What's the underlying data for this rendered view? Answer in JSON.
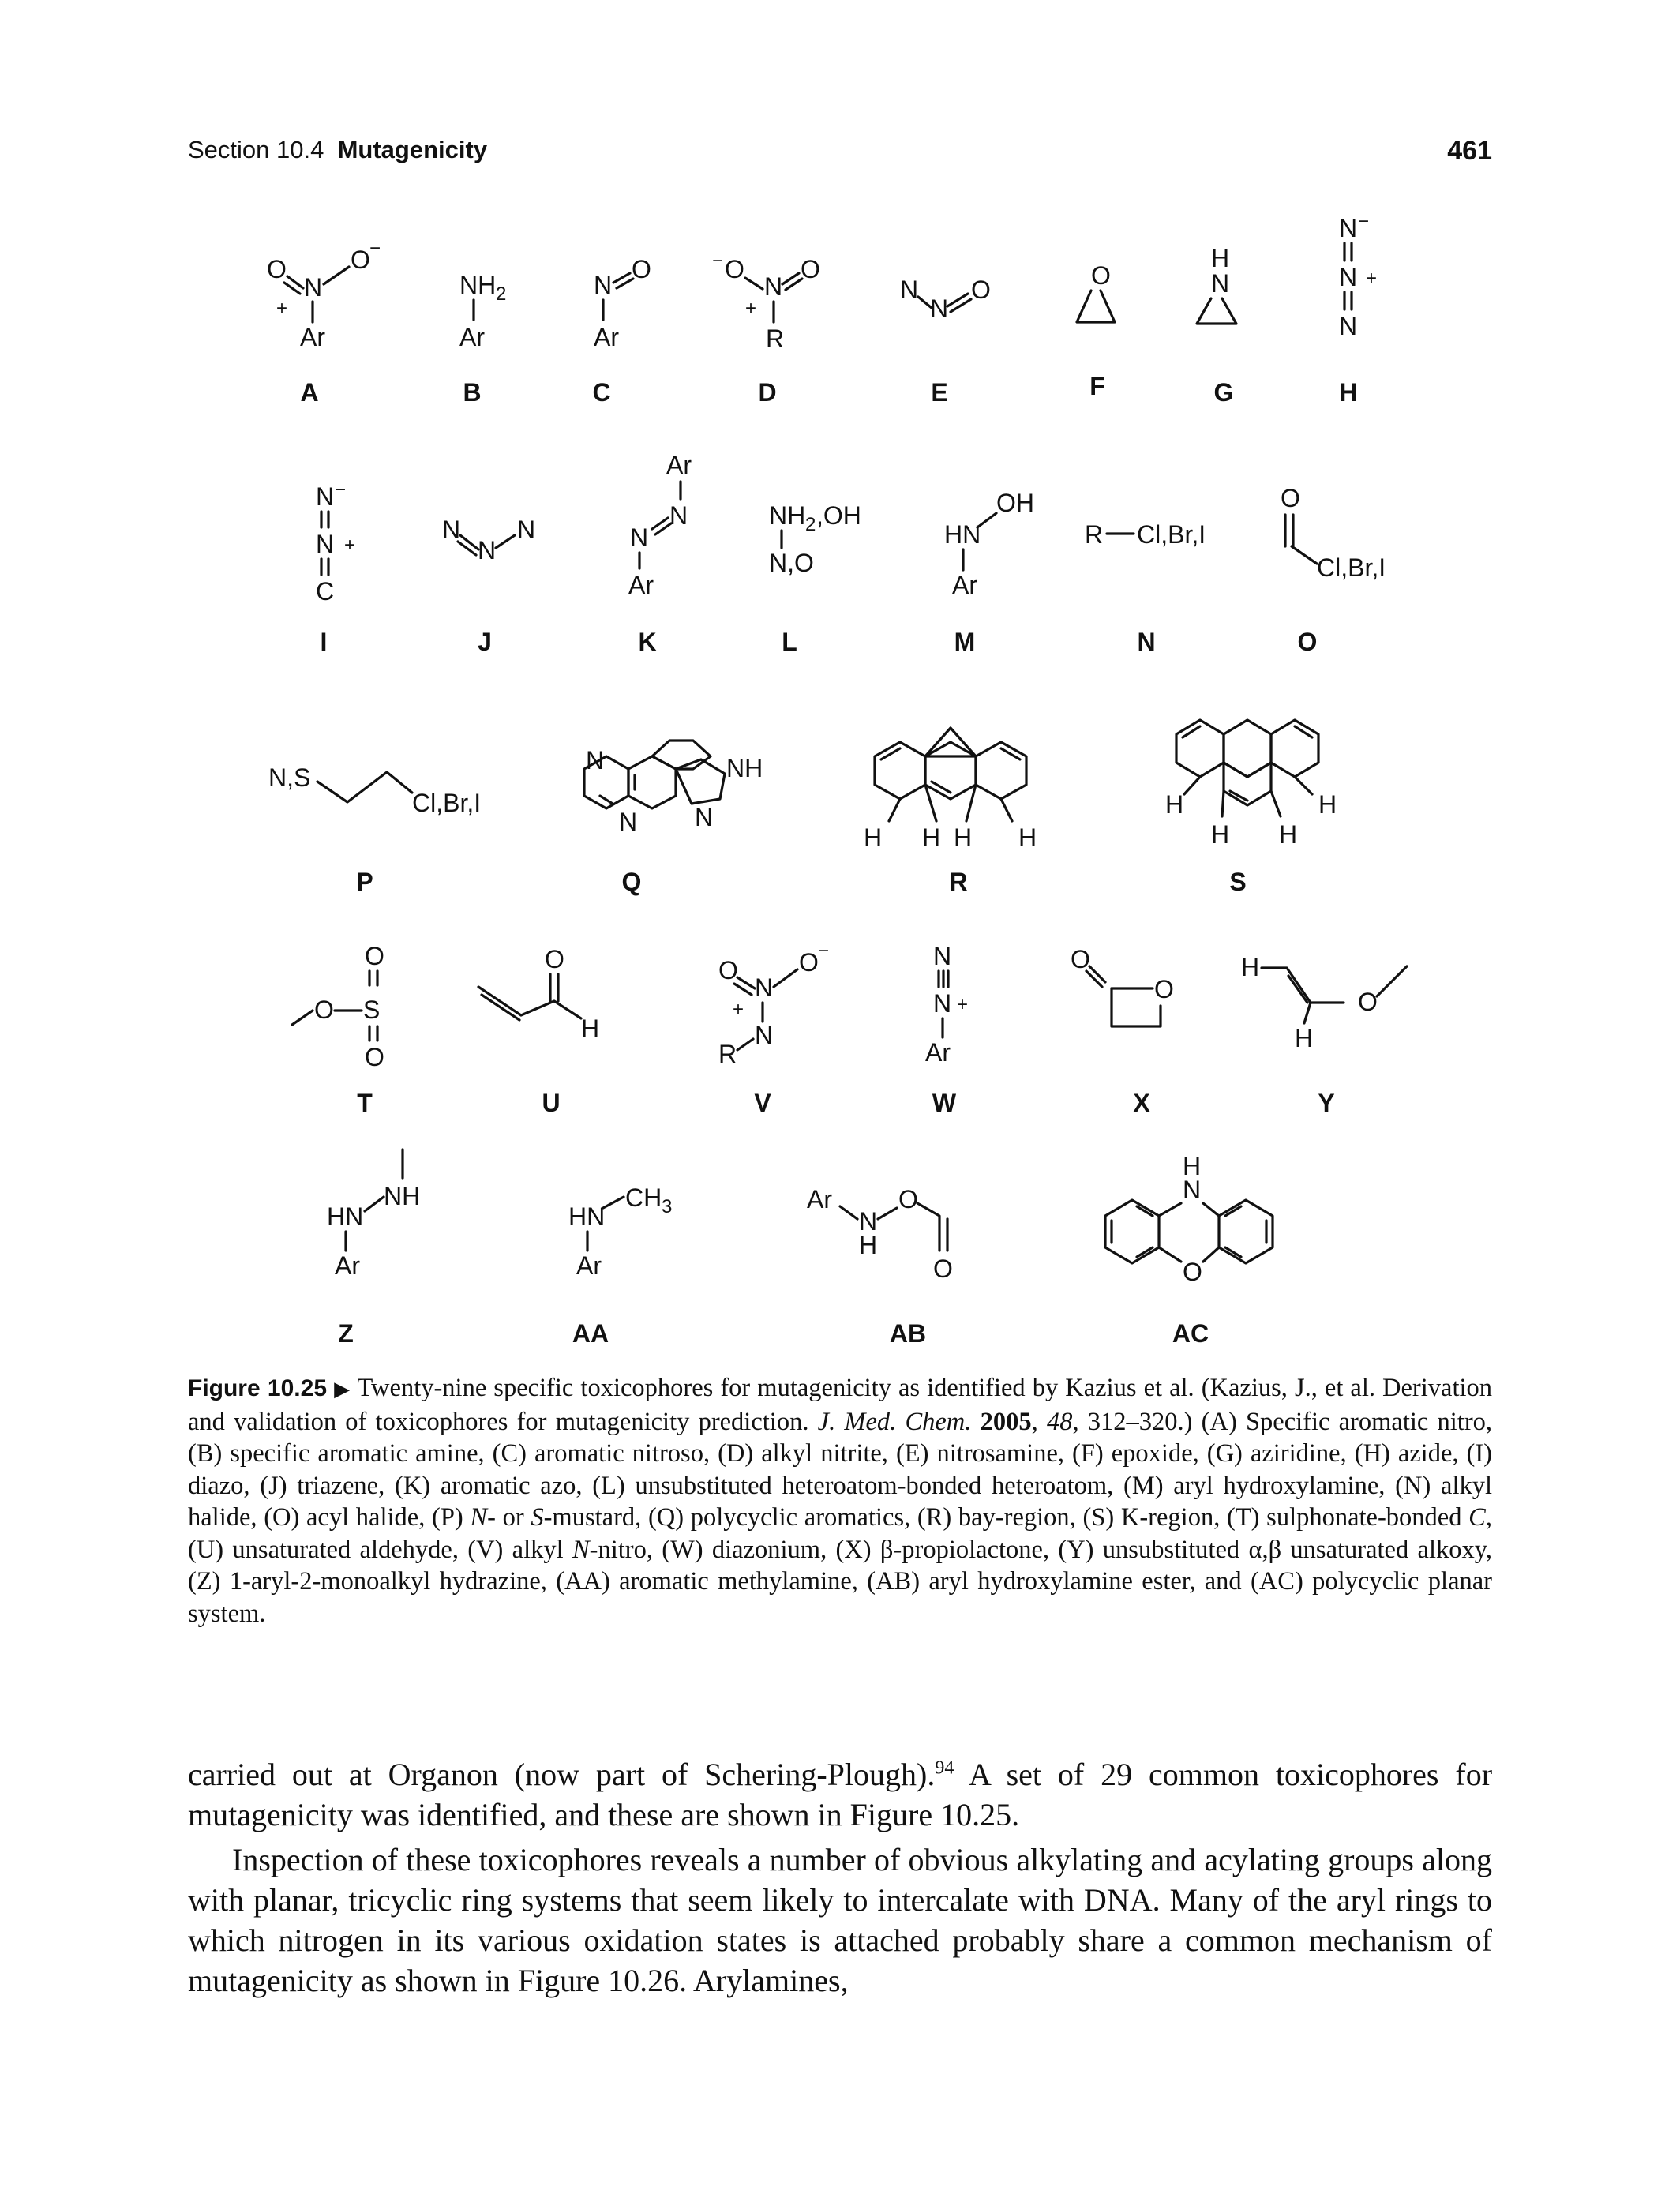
{
  "running_head": {
    "section_number": "Section 10.4",
    "section_title": "Mutagenicity",
    "page_number": "461"
  },
  "figure": {
    "structure_labels": [
      "A",
      "B",
      "C",
      "D",
      "E",
      "F",
      "G",
      "H",
      "I",
      "J",
      "K",
      "L",
      "M",
      "N",
      "O",
      "P",
      "Q",
      "R",
      "S",
      "T",
      "U",
      "V",
      "W",
      "X",
      "Y",
      "Z",
      "AA",
      "AB",
      "AC"
    ],
    "caption": {
      "label": "Figure 10.25",
      "arrow": "▶",
      "seg1": "Twenty-nine specific toxicophores for mutagenicity as identified by Kazius et al. (Kazius, J., et al. Derivation and validation of toxicophores for mutagenicity prediction. ",
      "journal": "J. Med. Chem.",
      "year": "2005",
      "volume": "48",
      "seg2": "312–320.) (A) Specific aromatic nitro, (B) specific aromatic amine, (C) aromatic nitroso, (D) alkyl nitrite, (E) nitrosamine, (F) epoxide, (G) aziridine, (H) azide, (I) diazo, (J) triazene, (K) aromatic azo, (L) unsubstituted heteroatom-bonded heteroatom, (M) aryl hydroxylamine, (N) alkyl halide, (O) acyl halide, (P) ",
      "n_italic": "N",
      "seg3": "- or ",
      "s_italic": "S",
      "seg4": "-mustard, (Q) polycyclic aromatics, (R) bay-region, (S) K-region, (T) sulphonate-bonded ",
      "c_italic": "C",
      "seg5": ", (U) unsaturated aldehyde, (V) alkyl ",
      "n2_italic": "N",
      "seg6": "-nitro, (W) diazonium, (X) β-propiolactone, (Y) unsubstituted α,β unsaturated alkoxy, (Z) 1-aryl-2-monoalkyl hydrazine, (AA) aromatic methylamine, (AB) aryl hydroxylamine ester, and (AC) polycyclic planar system."
    }
  },
  "body": {
    "p1_a": "carried out at Organon (now part of Schering-Plough).",
    "p1_ref": "94",
    "p1_b": " A set of 29 common toxicophores for mutagenicity was identified, and these are shown in Figure 10.25.",
    "p2": "Inspection of these toxicophores reveals a number of obvious alkylating and acylating groups along with planar, tricyclic ring systems that seem likely to intercalate with DNA. Many of the aryl rings to which nitrogen in its various oxidation states is attached probably share a common mechanism of mutagenicity as shown in Figure 10.26. Arylamines,"
  }
}
